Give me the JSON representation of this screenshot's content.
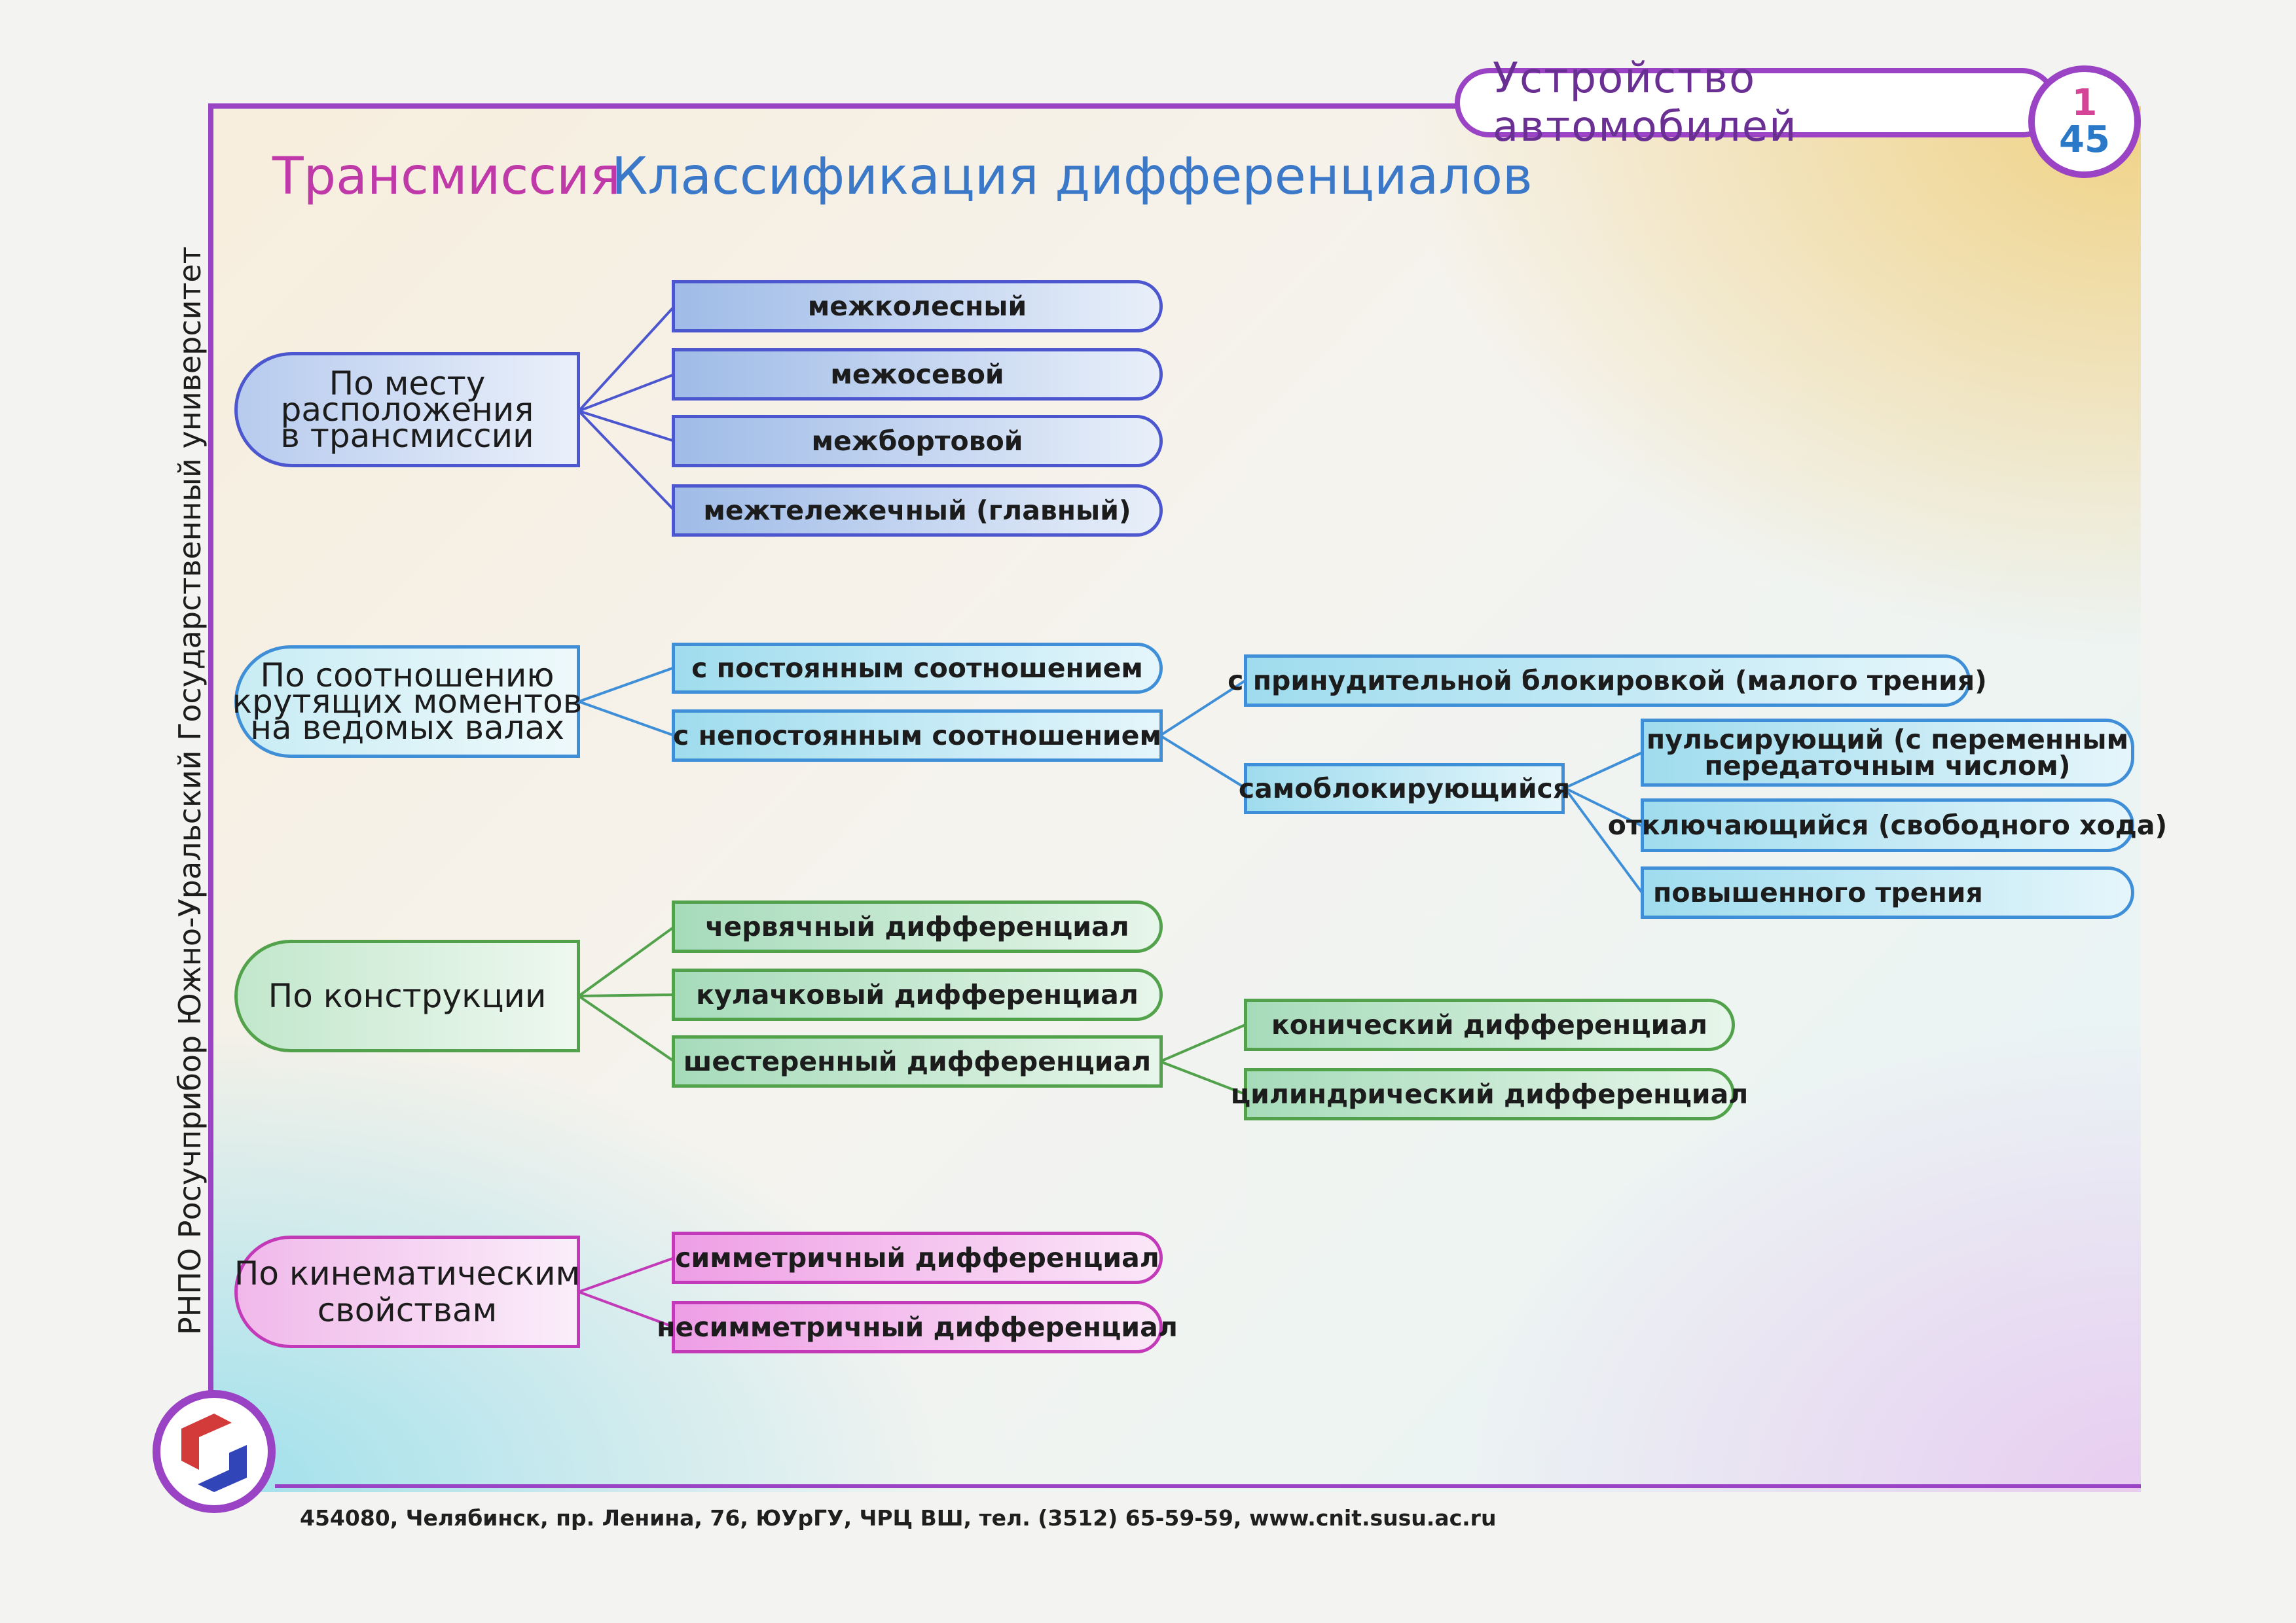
{
  "header": {
    "series_title": "Устройство автомобилей",
    "page_numerator": "1",
    "page_denominator": "45"
  },
  "title": {
    "section": "Трансмиссия",
    "topic": "Классификация дифференциалов"
  },
  "side_text": "РНПО Росучприбор     Южно-Уральский Государственный университет",
  "footer": "454080, Челябинск, пр. Ленина, 76, ЮУрГУ, ЧРЦ ВШ, тел. (3512) 65-59-59, www.cnit.susu.ac.ru",
  "diagram": {
    "location": {
      "label_lines": [
        "По месту",
        "расположения",
        "в трансмиссии"
      ],
      "items": [
        "межколесный",
        "межосевой",
        "межбортовой",
        "межтележечный (главный)"
      ]
    },
    "torque_ratio": {
      "label_lines": [
        "По соотношению",
        "крутящих моментов",
        "на ведомых валах"
      ],
      "items": [
        "с постоянным соотношением",
        "с непостоянным соотношением"
      ],
      "variable_ratio_children": [
        "с принудительной блокировкой (малого трения)",
        "самоблокирующийся"
      ],
      "self_locking_children": [
        "пульсирующий (с переменным",
        "передаточным числом)",
        "отключающийся (свободного хода)",
        "повышенного трения"
      ]
    },
    "design": {
      "label": "По конструкции",
      "items": [
        "червячный дифференциал",
        "кулачковый дифференциал",
        "шестеренный дифференциал"
      ],
      "gear_children": [
        "конический дифференциал",
        "цилиндрический дифференциал"
      ]
    },
    "kinematic": {
      "label_lines": [
        "По кинематическим",
        "свойствам"
      ],
      "items": [
        "симметричный дифференциал",
        "несимметричный дифференциал"
      ]
    }
  },
  "colors": {
    "frame": "#9a43c5",
    "location": "#4b56cf",
    "torque_ratio": "#3e8fd7",
    "design": "#52a24c",
    "kinematic": "#c33ab8"
  }
}
